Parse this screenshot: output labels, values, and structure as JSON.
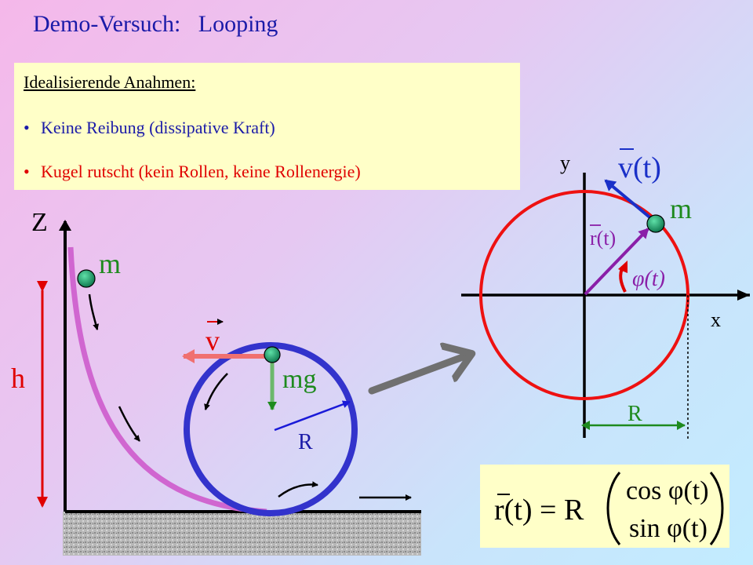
{
  "title": "Demo-Versuch:   Looping",
  "box": {
    "heading": "Idealisierende Anahmen:",
    "bullet_char": "•",
    "items": [
      "Keine Reibung (dissipative Kraft)",
      "Kugel rutscht (kein Rollen, keine Rollenergie)"
    ]
  },
  "left_diagram": {
    "axis_label": "Z",
    "mass_label": "m",
    "height_label": "h",
    "velocity_label": "v",
    "force_label": "mg",
    "radius_label": "R"
  },
  "right_diagram": {
    "y_label": "y",
    "x_label": "x",
    "mass_label": "m",
    "velocity_label": "v(t)",
    "position_label": "r(t)",
    "angle_label": "φ(t)",
    "radius_label": "R"
  },
  "formula": {
    "lhs": "r(t) = R",
    "row1": "cos φ(t)",
    "row2": "sin φ(t)"
  },
  "colors": {
    "title": "#1a1aa8",
    "blue_text": "#1a1aa8",
    "red_text": "#e00000",
    "green": "#1e8a1e",
    "loop_circle": "#3333cc",
    "track": "#d066d0",
    "red_circle": "#ee1111",
    "purple": "#8a1fa8"
  }
}
